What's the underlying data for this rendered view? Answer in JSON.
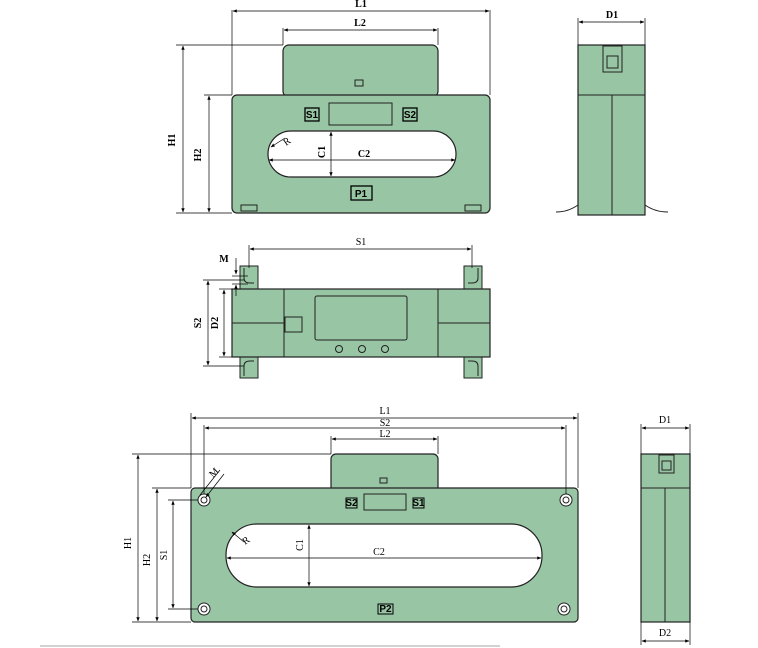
{
  "colors": {
    "body": "#98c5a4",
    "stroke": "#222222",
    "hole": "#ffffff"
  },
  "view_top_front": {
    "dims": {
      "L1": "L1",
      "L2": "L2",
      "H1": "H1",
      "H2": "H2",
      "C1": "C1",
      "C2": "C2",
      "R": "R"
    },
    "terminals": {
      "s1": "S1",
      "s2": "S2",
      "p1": "P1"
    }
  },
  "view_top_side": {
    "dims": {
      "D1": "D1"
    }
  },
  "view_middle": {
    "dims": {
      "M": "M",
      "S1": "S1",
      "S2": "S2",
      "D2": "D2"
    }
  },
  "view_bottom_front": {
    "dims": {
      "L1": "L1",
      "S2": "S2",
      "L2": "L2",
      "H1": "H1",
      "H2": "H2",
      "S1": "S1",
      "C1": "C1",
      "C2": "C2",
      "M": "M",
      "R": "R"
    },
    "terminals": {
      "s2": "S2",
      "s1": "S1",
      "p2": "P2"
    }
  },
  "view_bottom_side": {
    "dims": {
      "D1": "D1",
      "D2": "D2"
    }
  }
}
